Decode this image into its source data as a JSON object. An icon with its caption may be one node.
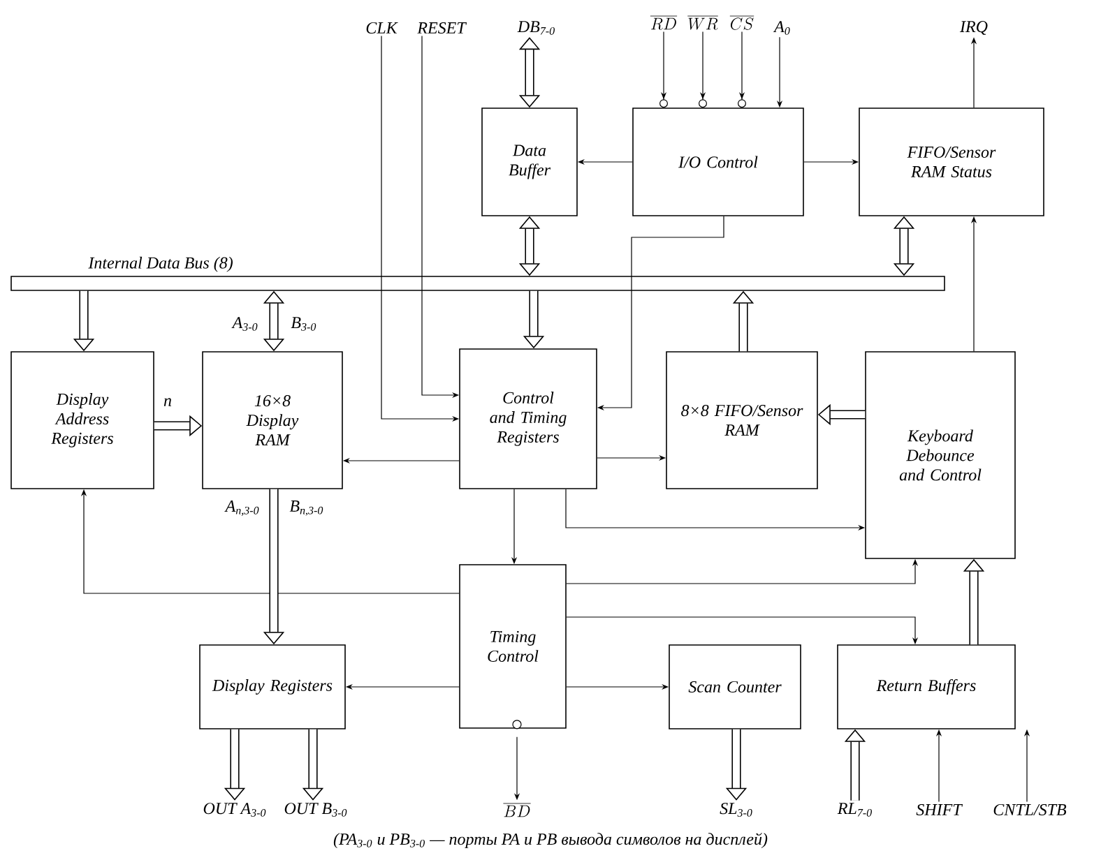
{
  "diagram": {
    "caption": "(PA$_{3-0}$ и PB$_{3-0}$ — порты PA и PB вывода символов на дисплей)",
    "nodes": [
      {
        "text": [
          "Data Buffer"
        ]
      },
      {
        "text": [
          "I/O Control"
        ]
      },
      {
        "text": [
          "FIFO/Sensor RAM Status"
        ]
      },
      {
        "text": [
          "Internal Data Bus (8)"
        ]
      },
      {
        "text": [
          "Display Address Registers"
        ]
      },
      {
        "text": [
          "16×8 Display RAM"
        ]
      },
      {
        "text": [
          "Control and Timing Registers"
        ]
      },
      {
        "text": [
          "8×8 FIFO/Sensor RAM"
        ]
      },
      {
        "text": [
          "Keyboard Debounce and Control"
        ]
      },
      {
        "text": [
          "Timing Control"
        ]
      },
      {
        "text": [
          "Display Registers"
        ]
      },
      {
        "text": [
          "Scan Counter"
        ]
      },
      {
        "text": [
          "Return Buffers"
        ]
      },
      {
        "text": [
          "CLK"
        ]
      },
      {
        "text": [
          "RESET"
        ]
      },
      {
        "text": [
          "DB$_{7-0}$"
        ]
      },
      {
        "text": [
          "\\overline{RD}"
        ]
      },
      {
        "text": [
          "\\overline{WR}"
        ]
      },
      {
        "text": [
          "\\overline{CS}"
        ]
      },
      {
        "text": [
          "A$_{0}$"
        ]
      },
      {
        "text": [
          "IRQ"
        ]
      },
      {
        "text": [
          "OUT A$_{3-0}$"
        ]
      },
      {
        "text": [
          "OUT B$_{3-0}$"
        ]
      },
      {
        "text": [
          "\\overline{BD}"
        ]
      },
      {
        "text": [
          "SL$_{3-0}$"
        ]
      },
      {
        "text": [
          "RL$_{7-0}$"
        ]
      },
      {
        "text": [
          "SHIFT"
        ]
      },
      {
        "text": [
          "CNTL/STB"
        ]
      }
    ],
    "edges": [
      {
        "from": 13,
        "to": 6,
        "arrow": "to"
      },
      {
        "from": 14,
        "to": 6,
        "arrow": "to"
      },
      {
        "from": 15,
        "to": 0,
        "arrow": "both",
        "style": "thick"
      },
      {
        "from": 0,
        "to": 3,
        "arrow": "both",
        "style": "thick"
      },
      {
        "from": 1,
        "to": 0,
        "arrow": "to"
      },
      {
        "from": 1,
        "to": 2,
        "arrow": "to"
      },
      {
        "from": 16,
        "to": 1,
        "arrow": "to"
      },
      {
        "from": 17,
        "to": 1,
        "arrow": "to"
      },
      {
        "from": 18,
        "to": 1,
        "arrow": "to"
      },
      {
        "from": 19,
        "to": 1,
        "arrow": "to"
      },
      {
        "from": 2,
        "to": 20,
        "arrow": "to"
      },
      {
        "from": 3,
        "to": 2,
        "arrow": "both",
        "style": "thick"
      },
      {
        "from": 1,
        "to": 6,
        "arrow": "to"
      },
      {
        "from": 3,
        "to": 4,
        "arrow": "to",
        "style": "thick"
      },
      {
        "from": 3,
        "to": 5,
        "arrow": "both",
        "style": "thick"
      },
      {
        "from": 3,
        "to": 6,
        "arrow": "to",
        "style": "thick"
      },
      {
        "from": 7,
        "to": 3,
        "arrow": "to",
        "style": "thick"
      },
      {
        "from": 4,
        "to": 5,
        "arrow": "to",
        "style": "thick",
        "label": "n"
      },
      {
        "from": 6,
        "to": 5,
        "arrow": "to"
      },
      {
        "from": 6,
        "to": 7,
        "arrow": "to"
      },
      {
        "from": 8,
        "to": 7,
        "arrow": "to",
        "style": "thick"
      },
      {
        "from": 8,
        "to": 2,
        "arrow": "to"
      },
      {
        "from": 6,
        "to": 8,
        "arrow": "to"
      },
      {
        "from": 6,
        "to": 9,
        "arrow": "to"
      },
      {
        "from": 9,
        "to": 4,
        "arrow": "to"
      },
      {
        "from": 5,
        "to": 10,
        "arrow": "to",
        "style": "thick"
      },
      {
        "from": 9,
        "to": 10,
        "arrow": "to"
      },
      {
        "from": 9,
        "to": 8,
        "arrow": "to"
      },
      {
        "from": 9,
        "to": 12,
        "arrow": "to"
      },
      {
        "from": 9,
        "to": 11,
        "arrow": "to"
      },
      {
        "from": 9,
        "to": 23,
        "arrow": "to"
      },
      {
        "from": 10,
        "to": 21,
        "arrow": "to",
        "style": "thick"
      },
      {
        "from": 10,
        "to": 22,
        "arrow": "to",
        "style": "thick"
      },
      {
        "from": 11,
        "to": 24,
        "arrow": "to",
        "style": "thick"
      },
      {
        "from": 25,
        "to": 12,
        "arrow": "to",
        "style": "thick"
      },
      {
        "from": 26,
        "to": 12,
        "arrow": "to"
      },
      {
        "from": 27,
        "to": 12,
        "arrow": "to"
      },
      {
        "from": 12,
        "to": 8,
        "arrow": "to",
        "style": "thick"
      }
    ],
    "labels": [
      "A$_{3-0}$",
      "B$_{3-0}$",
      "A$_{n,3-0}$",
      "B$_{n,3-0}$"
    ]
  }
}
